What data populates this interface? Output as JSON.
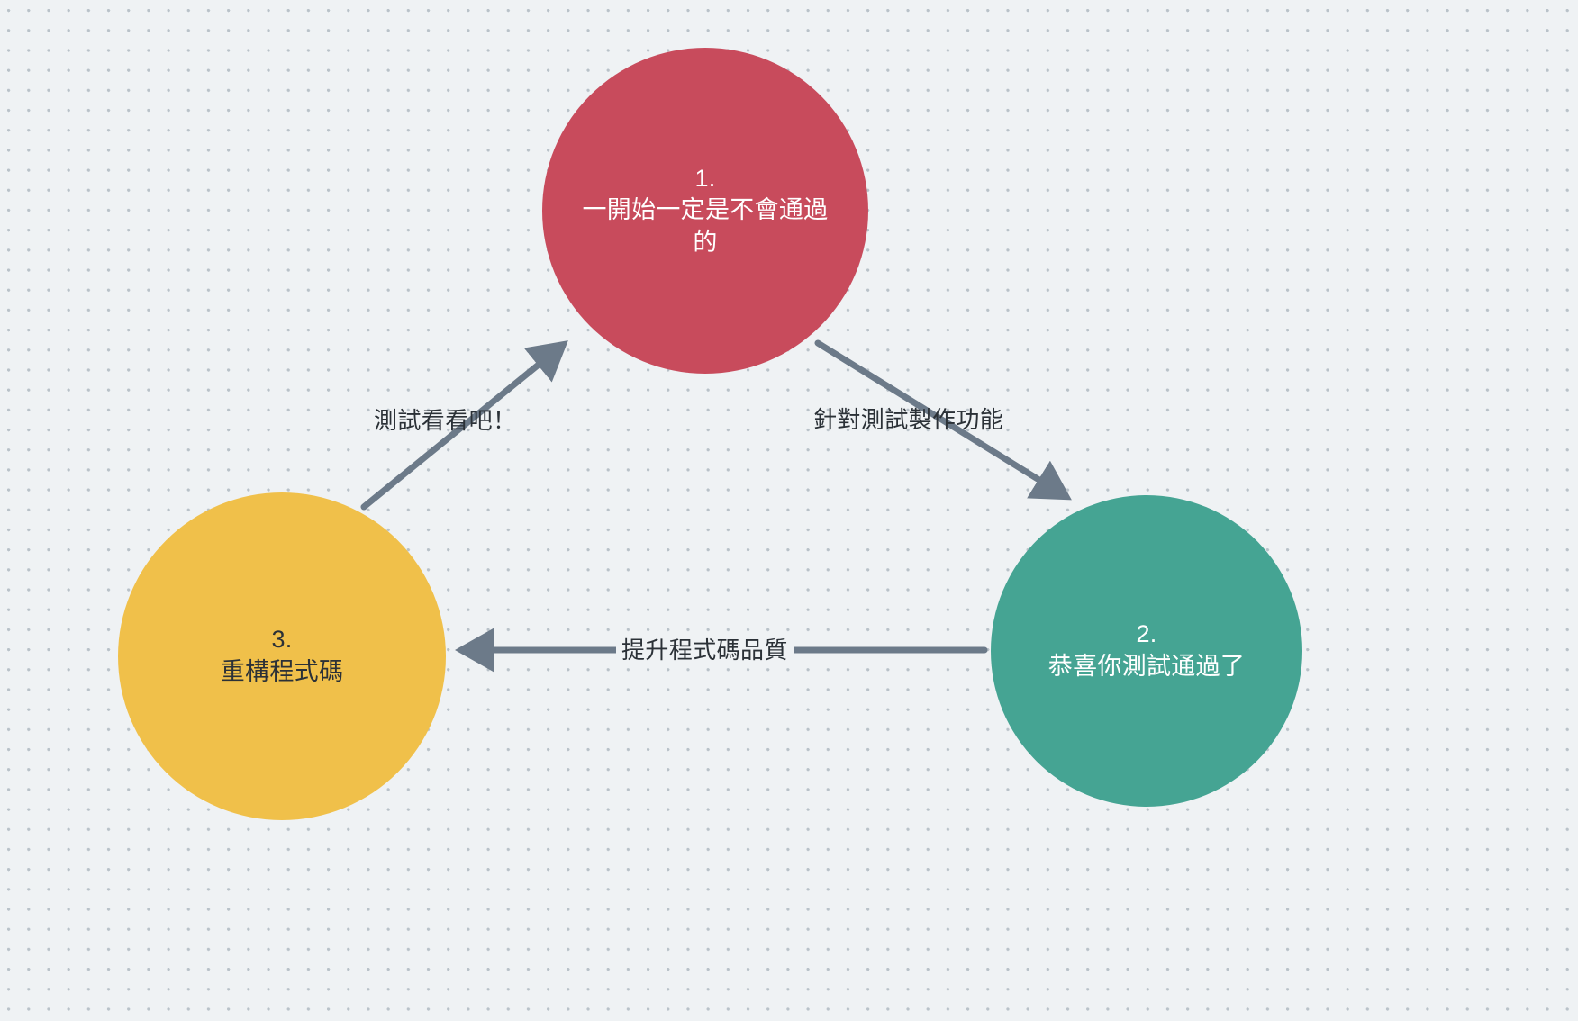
{
  "diagram": {
    "title": "TDD cycle diagram",
    "background_color": "#eff2f4",
    "dot_color": "#b9c2c9",
    "arrow_color": "#6c7a89"
  },
  "nodes": [
    {
      "id": "start",
      "index": "1.",
      "label": "一開始一定是不會通過的",
      "color": "#c84b5c",
      "text_color": "#ffffff"
    },
    {
      "id": "pass",
      "index": "2.",
      "label": "恭喜你測試通過了",
      "color": "#45a493",
      "text_color": "#ffffff"
    },
    {
      "id": "refactor",
      "index": "3.",
      "label": "重構程式碼",
      "color": "#f0c04a",
      "text_color": "#2b3137"
    }
  ],
  "edges": [
    {
      "id": "to-pass",
      "from": "start",
      "to": "pass",
      "label": "針對測試製作功能"
    },
    {
      "id": "to-refactor",
      "from": "pass",
      "to": "refactor",
      "label": "提升程式碼品質"
    },
    {
      "id": "to-start",
      "from": "refactor",
      "to": "start",
      "label": "測試看看吧！"
    }
  ]
}
